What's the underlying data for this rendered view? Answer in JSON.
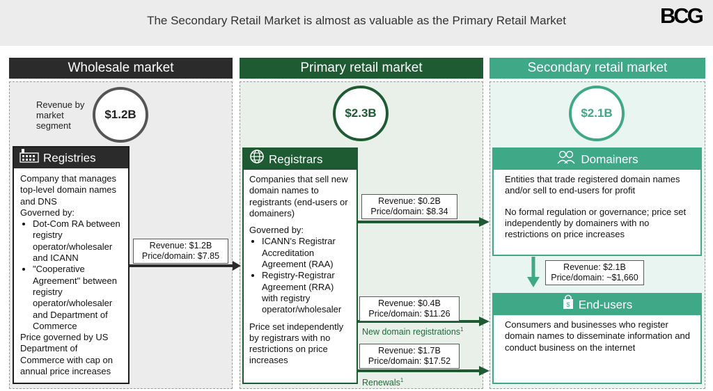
{
  "title": "The Secondary Retail Market is almost as valuable as the Primary Retail Market",
  "logo": "BCG",
  "columns": {
    "wholesale": {
      "header": "Wholesale market",
      "revenue": "$1.2B"
    },
    "primary": {
      "header": "Primary retail market",
      "revenue": "$2.3B"
    },
    "secondary": {
      "header": "Secondary retail market",
      "revenue": "$2.1B"
    }
  },
  "revenue_label": "Revenue by market segment",
  "registries": {
    "title": "Registries",
    "desc": "Company that manages top-level domain names and DNS",
    "governed_by": "Governed by:",
    "bullets": [
      "Dot-Com RA between registry operator/wholesaler and ICANN",
      "\"Cooperative Agreement\" between registry operator/wholesaler and Department of Commerce"
    ],
    "price": "Price governed by US Department of Commerce with cap on annual price increases"
  },
  "registrars": {
    "title": "Registrars",
    "desc": "Companies that sell new domain names to registrants (end-users or domainers)",
    "governed_by": "Governed by:",
    "bullets": [
      "ICANN's Registrar Accreditation Agreement (RAA)",
      "Registry-Registrar Agreement (RRA) with registry operator/wholesaler"
    ],
    "price": "Price set independently by registrars with no restrictions on price increases"
  },
  "domainers": {
    "title": "Domainers",
    "desc": "Entities that trade registered domain names and/or sell to end-users for profit",
    "regulation": "No formal regulation or governance; price set independently by domainers with no restrictions on price increases"
  },
  "endusers": {
    "title": "End-users",
    "desc": "Consumers and businesses who register domain names to disseminate information and conduct business on the internet"
  },
  "flows": {
    "wholesale_to_primary": {
      "revenue": "Revenue: $1.2B",
      "price": "Price/domain: $7.85"
    },
    "to_domainers": {
      "revenue": "Revenue: $0.2B",
      "price": "Price/domain: $8.34"
    },
    "new_registrations": {
      "revenue": "Revenue: $0.4B",
      "price": "Price/domain: $11.26",
      "label": "New domain registrations",
      "sup": "1"
    },
    "renewals": {
      "revenue": "Revenue: $1.7B",
      "price": "Price/domain: $17.52",
      "label": "Renewals",
      "sup": "1"
    },
    "domainers_to_endusers": {
      "revenue": "Revenue: $2.1B",
      "price": "Price/domain: ~$1,660"
    }
  },
  "colors": {
    "wholesale": "#2b2b2b",
    "primary": "#1e5a32",
    "secondary": "#3fa886",
    "secondary_bg": "#e9f5f0",
    "primary_bg": "#e9f0ea",
    "wholesale_bg": "#ececec"
  }
}
